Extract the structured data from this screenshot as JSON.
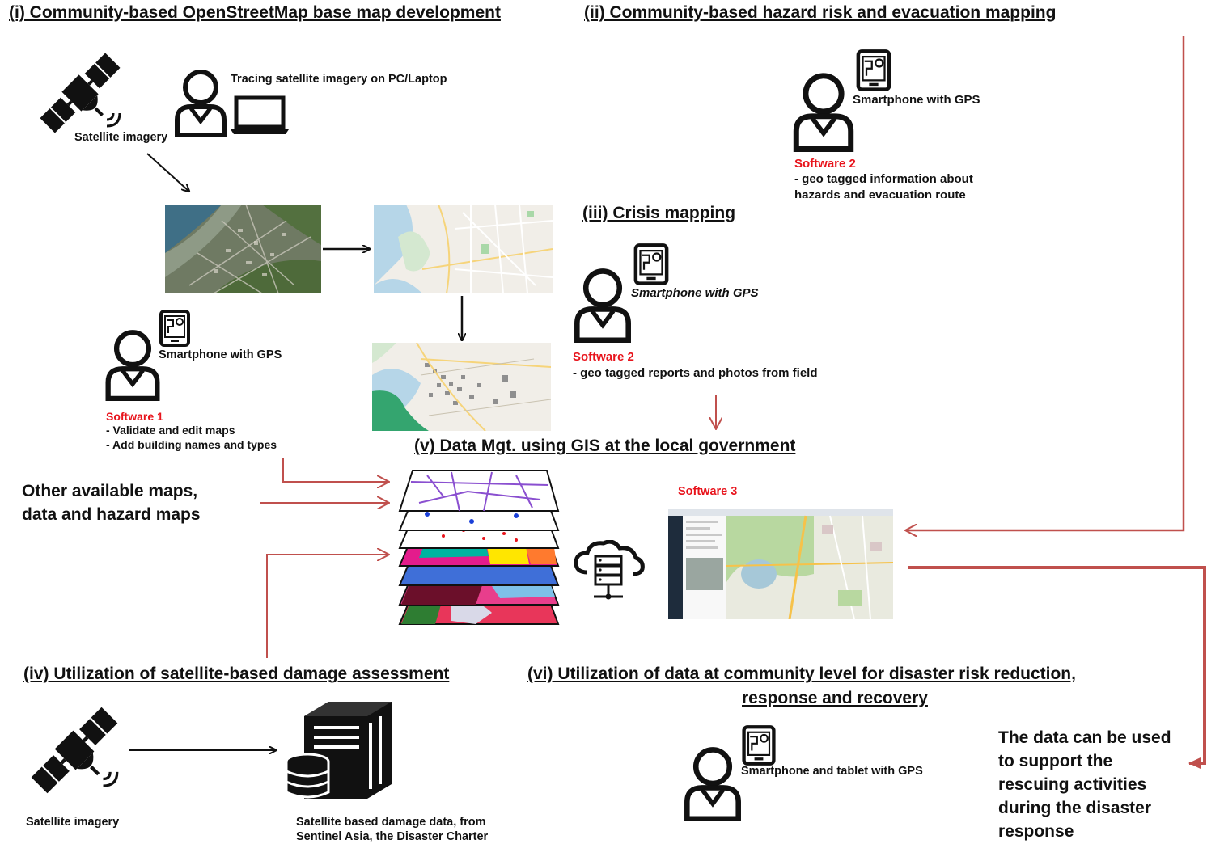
{
  "sections": {
    "s1": "(i) Community-based OpenStreetMap base map development",
    "s2": "(ii) Community-based hazard risk and evacuation mapping",
    "s3": "(iii) Crisis mapping",
    "s4": "(iv) Utilization of satellite-based damage assessment",
    "s5": "(v) Data Mgt. using GIS at the local government",
    "s6_line1": "(vi) Utilization of data at community level for disaster risk reduction,",
    "s6_line2": "response and recovery"
  },
  "labels": {
    "tracing": "Tracing satellite imagery on PC/Laptop",
    "satellite_imagery_top": "Satellite imagery",
    "smartphone_gps_s1": "Smartphone with GPS",
    "software1": "Software 1",
    "software1_items": [
      "- Validate and edit maps",
      "- Add building names and types"
    ],
    "smartphone_gps_s2": "Smartphone with GPS",
    "software2_top": "Software 2",
    "software2_top_items": [
      "- geo tagged information about",
      "hazards and evacuation route"
    ],
    "smartphone_gps_s3": "Smartphone with GPS",
    "software2_mid": "Software 2",
    "software2_mid_item": "- geo tagged reports and photos from field",
    "other_maps_line1": "Other available maps,",
    "other_maps_line2": "data and hazard maps",
    "software3": "Software 3",
    "satellite_imagery_bottom": "Satellite imagery",
    "damage_data_line1": "Satellite based damage data, from",
    "damage_data_line2": "Sentinel Asia, the Disaster Charter",
    "smartphone_tablet": "Smartphone and tablet with GPS",
    "rescue_lines": [
      "The data can be used",
      "to support the",
      "rescuing activities",
      "during the disaster",
      "response"
    ]
  },
  "icons": [
    "satellite-icon",
    "person-icon",
    "laptop-icon",
    "smartphone-icon",
    "cloud-server-icon",
    "server-database-icon"
  ],
  "colors": {
    "accent_red": "#e8141c",
    "connector_red": "#c0504d",
    "map_green": "#34a56f",
    "text": "#111111"
  }
}
